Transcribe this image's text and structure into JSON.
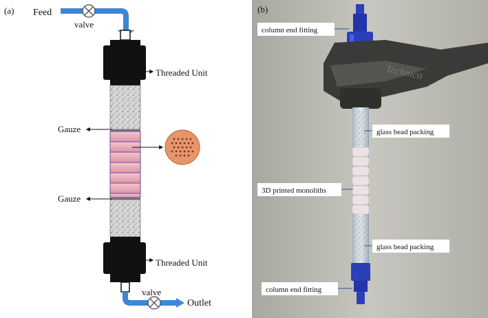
{
  "panel_a": {
    "label": "(a)",
    "feed": "Feed",
    "valve_top": "valve",
    "threaded_unit_top": "Threaded Unit",
    "gauze_top": "Gauze",
    "gauze_bottom": "Gauze",
    "threaded_unit_bottom": "Threaded Unit",
    "valve_bottom": "valve",
    "outlet": "Outlet"
  },
  "panel_b": {
    "label": "(b)",
    "column_end_fitting_top": "column end fitting",
    "glass_bead_packing_top": "glass bead packing",
    "printed_monoliths": "3D printed monoliths",
    "glass_bead_packing_bottom": "glass bead packing",
    "column_end_fitting_bottom": "column end fitting",
    "clamp_brand": "Technico"
  },
  "colors": {
    "pipe_blue": "#3f86d6",
    "monolith_pink": "#e9a9b6",
    "fitting_blue": "#2a3fb8",
    "photo_bg": "#b9b8b0",
    "disc_orange": "#e8956a"
  }
}
